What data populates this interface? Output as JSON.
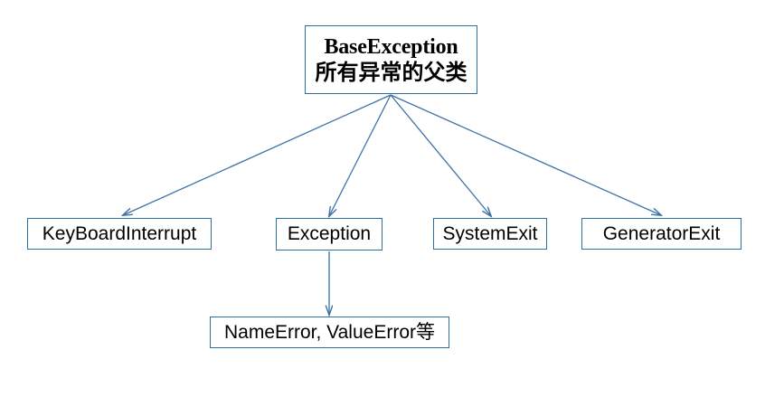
{
  "diagram": {
    "title_text": "BaseException",
    "background_color": "#ffffff",
    "border_color": "#2e6f9e",
    "arrow_color": "#3f73a4",
    "text_color": "#000000",
    "nodes": {
      "root": {
        "line_en": "BaseException",
        "line_zh": "所有异常的父类"
      },
      "keyboard_interrupt": {
        "label": "KeyBoardInterrupt"
      },
      "exception": {
        "label": "Exception"
      },
      "system_exit": {
        "label": "SystemExit"
      },
      "generator_exit": {
        "label": "GeneratorExit"
      },
      "errors": {
        "label": "NameError, ValueError等"
      }
    },
    "edges": [
      {
        "from": "root",
        "to": "keyboard_interrupt"
      },
      {
        "from": "root",
        "to": "exception"
      },
      {
        "from": "root",
        "to": "system_exit"
      },
      {
        "from": "root",
        "to": "generator_exit"
      },
      {
        "from": "exception",
        "to": "errors"
      }
    ]
  }
}
